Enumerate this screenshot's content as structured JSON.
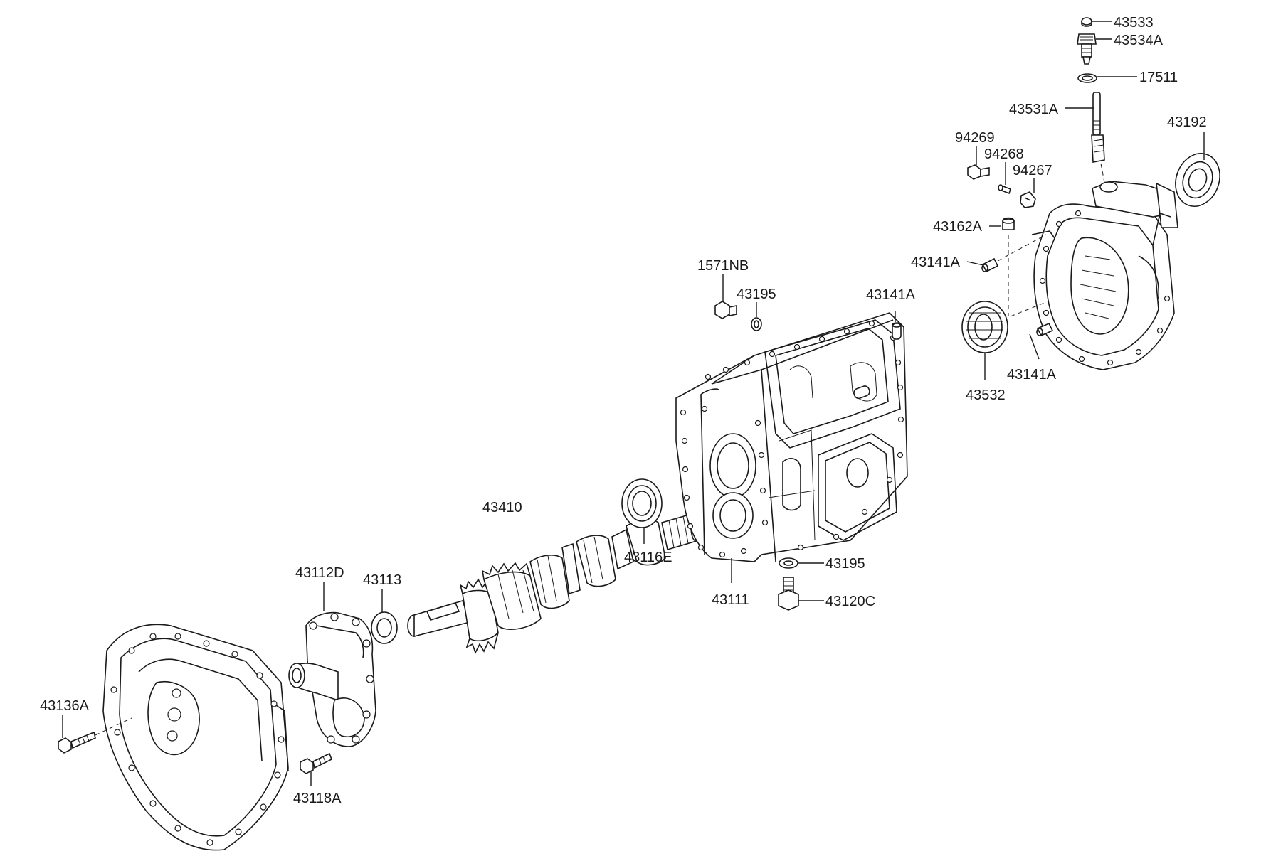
{
  "labels": {
    "p43533": "43533",
    "p43534A": "43534A",
    "p17511": "17511",
    "p43531A": "43531A",
    "p43192": "43192",
    "p94269": "94269",
    "p94268": "94268",
    "p94267": "94267",
    "p43162A": "43162A",
    "p43141A_top": "43141A",
    "p43141A_left": "43141A",
    "p43141A_right": "43141A",
    "p43532": "43532",
    "p1571NB": "1571NB",
    "p43195_top": "43195",
    "p43195_bottom": "43195",
    "p43410": "43410",
    "p43116E": "43116E",
    "p43111": "43111",
    "p43120C": "43120C",
    "p43112D": "43112D",
    "p43113": "43113",
    "p43136A": "43136A",
    "p43118A": "43118A"
  }
}
